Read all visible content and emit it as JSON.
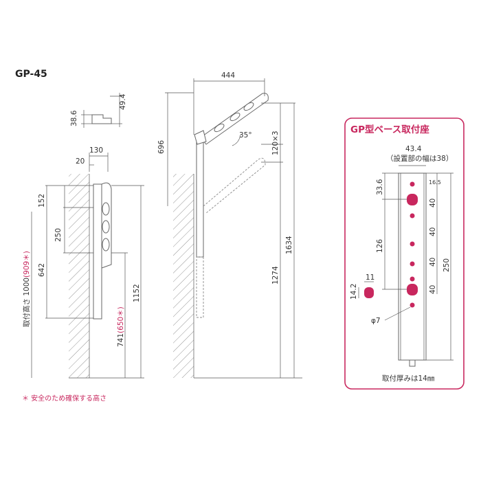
{
  "model": "GP-45",
  "note": "＊ 安全のため確保する高さ",
  "colors": {
    "accent": "#c8275e",
    "line": "#555555"
  },
  "detail": {
    "d1": "38.6",
    "d2": "49.4"
  },
  "side": {
    "d130": "130",
    "d20": "20",
    "d152": "152",
    "d250": "250",
    "d642": "642",
    "d1152": "1152",
    "height_label": "取付高さ 1000",
    "height_label_alt": "(909＊)",
    "floor_label": "741",
    "floor_label_alt": "(650＊)"
  },
  "front": {
    "d444": "444",
    "d696": "696",
    "angle": "35°",
    "d120x3": "120×3",
    "d1274": "1274",
    "d1634": "1634"
  },
  "base": {
    "title": "GP型ベース取付座",
    "width": "43.4",
    "width_note": "（設置部の幅は38）",
    "d33_6": "33.6",
    "d16_5": "16.5",
    "d40": "40",
    "d126": "126",
    "d250": "250",
    "d11": "11",
    "d14_2": "14.2",
    "phi": "φ7",
    "thickness": "取付厚みは14㎜"
  }
}
